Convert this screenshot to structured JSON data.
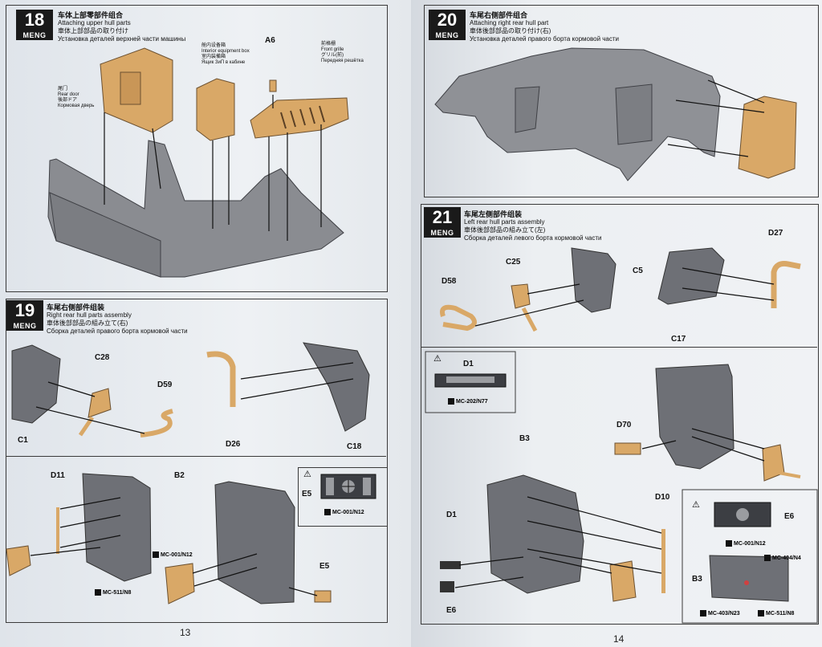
{
  "brand": "MENG",
  "page_left": "13",
  "page_right": "14",
  "steps": {
    "s18": {
      "number": "18",
      "zh": "车体上部零部件组合",
      "en": "Attaching upper hull parts",
      "jp": "車体上部部品の取り付け",
      "ru": "Установка деталей верхней части машины",
      "rear_door": {
        "zh": "尾门",
        "en": "Rear door",
        "jp": "後部ドア",
        "ru": "Кормовая дверь"
      },
      "equipment_box": {
        "zh": "舱内设备箱",
        "en": "Interior equipment box",
        "jp": "室内装備箱",
        "ru": "Ящик ЗиП в кабине"
      },
      "grille": {
        "zh": "前格栅",
        "en": "Front grille",
        "jp": "グリル(前)",
        "ru": "Передняя решётка"
      },
      "a6": "A6"
    },
    "s19": {
      "number": "19",
      "zh": "车尾右侧部件组装",
      "en": "Right rear hull parts assembly",
      "jp": "車体後部部品の組み立て(右)",
      "ru": "Сборка деталей правого борта кормовой части",
      "parts": [
        "C28",
        "D59",
        "C1",
        "D26",
        "C18",
        "D11",
        "B2",
        "E5",
        "E5"
      ],
      "paint": [
        "MC-001/N12",
        "MC-001/N12",
        "MC-511/N8"
      ]
    },
    "s20": {
      "number": "20",
      "zh": "车尾右侧部件组合",
      "en": "Attaching right rear hull part",
      "jp": "車体後部部品の取り付け(右)",
      "ru": "Установка деталей правого борта кормовой части"
    },
    "s21": {
      "number": "21",
      "zh": "车尾左侧部件组装",
      "en": "Left rear hull parts assembly",
      "jp": "車体後部部品の組み立て(左)",
      "ru": "Сборка деталей левого борта кормовой части",
      "parts": [
        "C25",
        "C5",
        "D27",
        "D58",
        "C17",
        "D1",
        "D70",
        "B3",
        "D1",
        "D10",
        "E6",
        "E6",
        "B3"
      ],
      "paint": [
        "MC-202/N77",
        "MC-001/N12",
        "MC-404/N4",
        "MC-403/N23",
        "MC-511/N8"
      ]
    }
  },
  "colors": {
    "tan": "#d9a867",
    "grey": "#8a8c91",
    "dark": "#1a1a1a"
  }
}
